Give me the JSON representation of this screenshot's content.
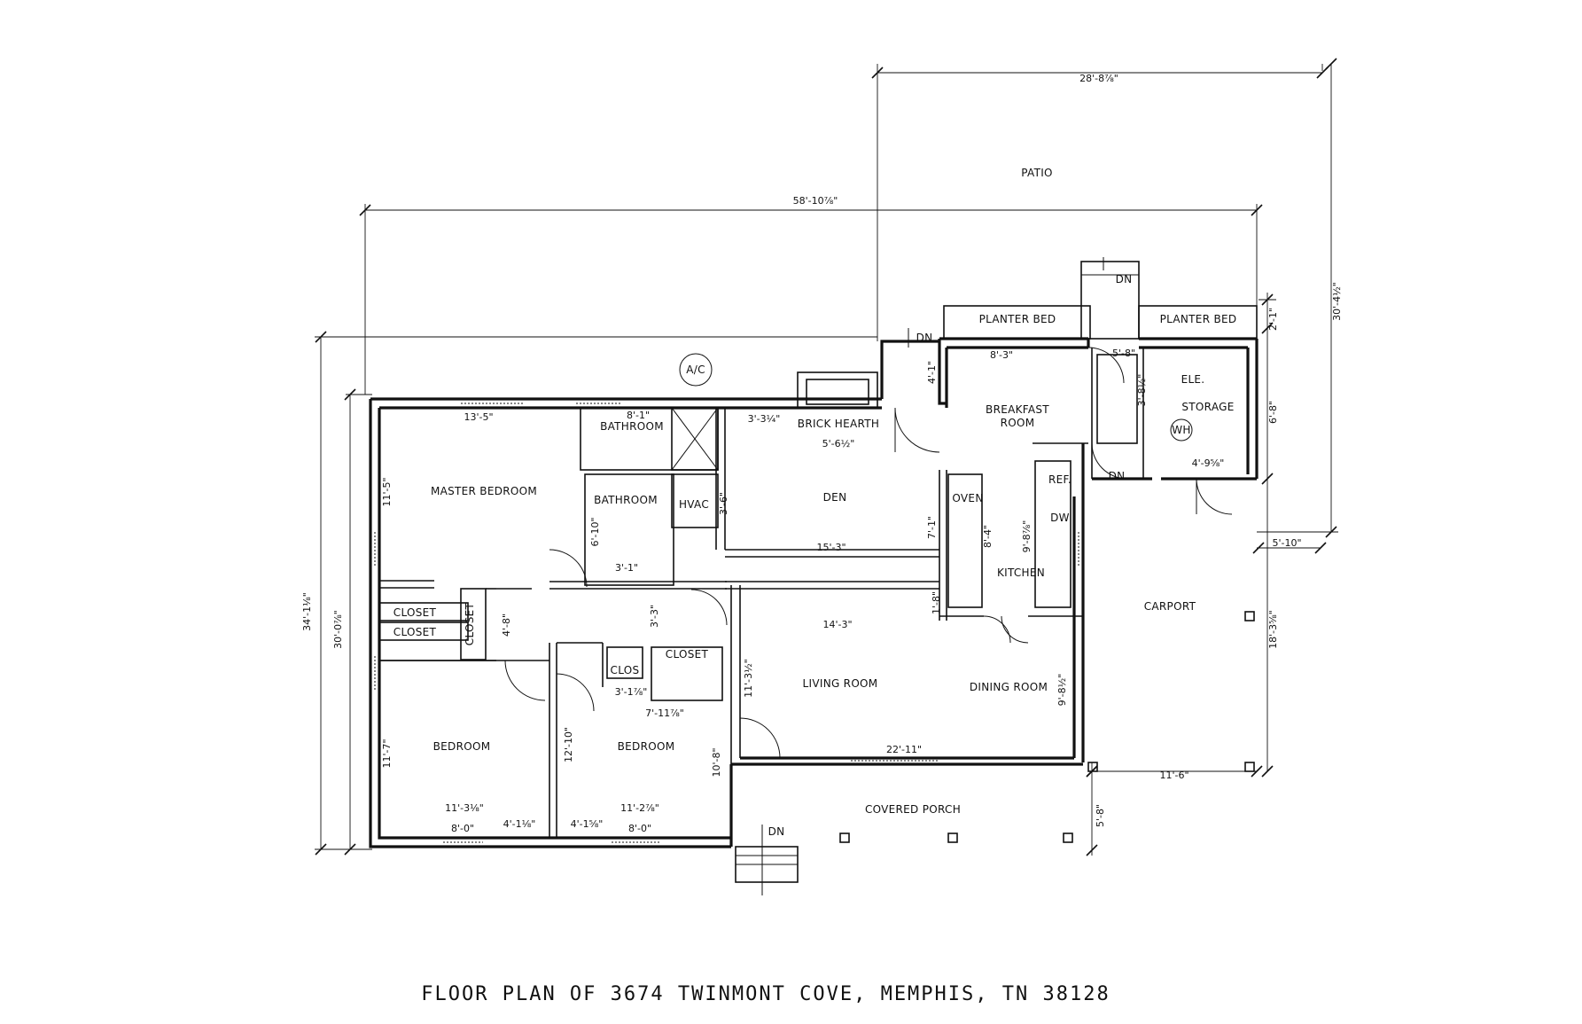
{
  "title": "FLOOR PLAN OF 3674 TWINMONT COVE, MEMPHIS, TN 38128",
  "rooms": {
    "patio": "PATIO",
    "planter_bed_left": "PLANTER BED",
    "planter_bed_right": "PLANTER BED",
    "breakfast_room_1": "BREAKFAST",
    "breakfast_room_2": "ROOM",
    "ele": "ELE.",
    "storage": "STORAGE",
    "wh": "WH",
    "ac": "A/C",
    "brick_hearth": "BRICK HEARTH",
    "bathroom_top": "BATHROOM",
    "bathroom_lower": "BATHROOM",
    "hvac": "HVAC",
    "master_bedroom": "MASTER BEDROOM",
    "den": "DEN",
    "oven": "OVEN",
    "ref": "REF.",
    "dw": "DW",
    "kitchen": "KITCHEN",
    "carport": "CARPORT",
    "closet_1": "CLOSET",
    "closet_2": "CLOSET",
    "closet_3": "CLOSET",
    "closet_4": "CLOSET",
    "clos": "CLOS",
    "living_room": "LIVING ROOM",
    "dining_room": "DINING ROOM",
    "bedroom_left": "BEDROOM",
    "bedroom_mid": "BEDROOM",
    "covered_porch": "COVERED PORCH",
    "dn_1": "DN",
    "dn_2": "DN",
    "dn_3": "DN",
    "dn_4": "DN"
  },
  "dimensions": {
    "patio_width": "28'-8⅞\"",
    "overall_width": "58'-10⅞\"",
    "patio_depth": "30'-4½\"",
    "overall_depth": "34'-1⅛\"",
    "house_depth": "30'-0⅞\"",
    "planter_depth": "2'-1\"",
    "step_depth": "4'-1\"",
    "breakfast_w": "8'-3\"",
    "bk_side": "5'-8\"",
    "storage_h": "6'-8\"",
    "storage_w": "4'-9⅝\"",
    "ele_h": "3'-8½\"",
    "master_w": "13'-5\"",
    "bath_w": "8'-1\"",
    "hearth_off": "3'-3¼\"",
    "hearth_w": "5'-6½\"",
    "master_h": "11'-5\"",
    "hvac_h": "3'-6\"",
    "bath2_h": "6'-10\"",
    "bath2_w": "3'-1\"",
    "den_w": "15'-3\"",
    "den_h": "7'-1\"",
    "kitchen_h": "8'-4\"",
    "kitchen_w": "9'-8⅞\"",
    "carport_off": "5'-10\"",
    "carport_h": "18'-3⅝\"",
    "closet_d": "4'-8\"",
    "hall_w": "3'-3\"",
    "living_w": "14'-3\"",
    "kitchen_step": "1'-8\"",
    "living_h": "11'-3½\"",
    "dining_h": "9'-8½\"",
    "clos_w": "3'-1⅞\"",
    "closet_w": "7'-11⅞\"",
    "bed_left_h": "11'-7\"",
    "bed_mid_h": "12'-10\"",
    "living_total": "22'-11\"",
    "porch_h": "10'-8\"",
    "carport_w": "11'-6\"",
    "bed_left_w": "11'-3⅛\"",
    "bed_mid_w": "11'-2⅞\"",
    "win_1": "8'-0\"",
    "win_2": "4'-1⅛\"",
    "win_3": "4'-1⅝\"",
    "win_4": "8'-0\"",
    "porch_d": "5'-8\""
  }
}
